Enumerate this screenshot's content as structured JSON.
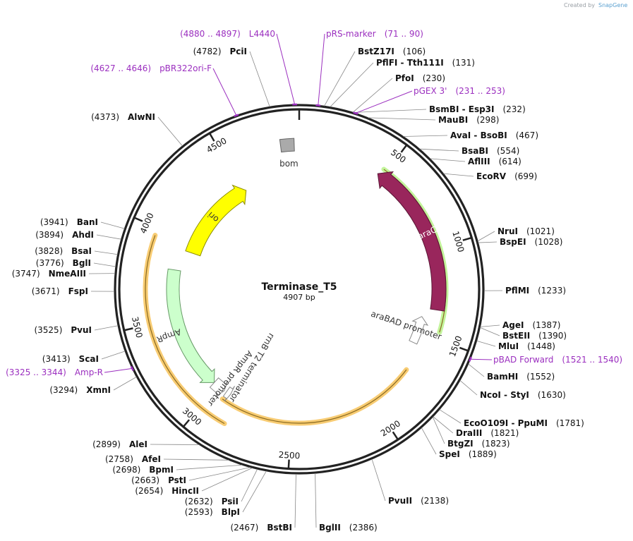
{
  "credit": {
    "created_by": "Created by",
    "brand": "SnapGene"
  },
  "plasmid": {
    "name": "Terminase_T5",
    "length_label": "4907 bp",
    "length": 4907
  },
  "ticks": [
    {
      "pos": 500,
      "label": "500"
    },
    {
      "pos": 1000,
      "label": "1000"
    },
    {
      "pos": 1500,
      "label": "1500"
    },
    {
      "pos": 2000,
      "label": "2000"
    },
    {
      "pos": 2500,
      "label": "2500"
    },
    {
      "pos": 3000,
      "label": "3000"
    },
    {
      "pos": 3500,
      "label": "3500"
    },
    {
      "pos": 4000,
      "label": "4000"
    },
    {
      "pos": 4500,
      "label": "4500"
    }
  ],
  "features": [
    {
      "name": "ori",
      "start": 3934,
      "end": 4522,
      "dir": 1,
      "color": "#ffff00",
      "stroke": "#8a8a00",
      "text_color": "#333333"
    },
    {
      "name": "araC",
      "start": 1344,
      "end": 466,
      "dir": -1,
      "color": "#99265c",
      "stroke": "#5a1535",
      "text_color": "#ffffff"
    },
    {
      "name": "araBAD promoter",
      "start": 1568,
      "end": 1398,
      "dir": -1,
      "color": "#ffffff",
      "stroke": "#888888",
      "text_color": "#333333"
    },
    {
      "name": "AmpR",
      "start": 3030,
      "end": 3800,
      "dir": -1,
      "color": "#ccffcc",
      "stroke": "#669966",
      "text_color": "#333333"
    },
    {
      "name": "AmpR promoter",
      "start": 2950,
      "end": 3030,
      "dir": -1,
      "color": "#ffffff",
      "stroke": "#888888",
      "text_color": "#333333"
    },
    {
      "name": "rrnB T2 terminator",
      "start": 2905,
      "end": 2935,
      "dir": -1,
      "color": "#ffffff",
      "stroke": "#888888",
      "text_color": "#333333"
    },
    {
      "name": "bom",
      "start": 4806,
      "end": 4880,
      "dir": 0,
      "color": "#aaaaaa",
      "stroke": "#666666",
      "text_color": "#333333"
    }
  ],
  "highlights": [
    {
      "start": 3960,
      "end": 2850,
      "color": "#f7c35a",
      "note": "orange track outer"
    },
    {
      "start": 1730,
      "end": 2930,
      "color": "#f7c35a",
      "note": "orange track middle"
    },
    {
      "start": 480,
      "end": 1460,
      "color": "#b8f28a",
      "note": "green track"
    }
  ],
  "primers": [
    {
      "name": "L4440",
      "range": "(4880 .. 4897)",
      "pos": 4888
    },
    {
      "name": "pRS-marker",
      "range": "(71 .. 90)",
      "pos": 80
    },
    {
      "name": "pBR322ori-F",
      "range": "(4627 .. 4646)",
      "pos": 4636
    },
    {
      "name": "pGEX 3'",
      "range": "(231 .. 253)",
      "pos": 242
    },
    {
      "name": "pBAD Forward",
      "range": "(1521 .. 1540)",
      "pos": 1530
    },
    {
      "name": "Amp-R",
      "range": "(3325 .. 3344)",
      "pos": 3334
    }
  ],
  "sites": [
    {
      "name": "PciI",
      "pos_text": "(4782)",
      "pos": 4782
    },
    {
      "name": "BstZ17I",
      "pos_text": "(106)",
      "pos": 106
    },
    {
      "name": "PflFI - Tth111I",
      "pos_text": "(131)",
      "pos": 131
    },
    {
      "name": "PfoI",
      "pos_text": "(230)",
      "pos": 230
    },
    {
      "name": "BsmBI - Esp3I",
      "pos_text": "(232)",
      "pos": 232
    },
    {
      "name": "MauBI",
      "pos_text": "(298)",
      "pos": 298
    },
    {
      "name": "AvaI - BsoBI",
      "pos_text": "(467)",
      "pos": 467
    },
    {
      "name": "BsaBI",
      "pos_text": "(554)",
      "pos": 554
    },
    {
      "name": "AflIII",
      "pos_text": "(614)",
      "pos": 614
    },
    {
      "name": "EcoRV",
      "pos_text": "(699)",
      "pos": 699
    },
    {
      "name": "NruI",
      "pos_text": "(1021)",
      "pos": 1021
    },
    {
      "name": "BspEI",
      "pos_text": "(1028)",
      "pos": 1028
    },
    {
      "name": "PflMI",
      "pos_text": "(1233)",
      "pos": 1233
    },
    {
      "name": "AgeI",
      "pos_text": "(1387)",
      "pos": 1387
    },
    {
      "name": "BstEII",
      "pos_text": "(1390)",
      "pos": 1390
    },
    {
      "name": "MluI",
      "pos_text": "(1448)",
      "pos": 1448
    },
    {
      "name": "BamHI",
      "pos_text": "(1552)",
      "pos": 1552
    },
    {
      "name": "NcoI - StyI",
      "pos_text": "(1630)",
      "pos": 1630
    },
    {
      "name": "EcoO109I - PpuMI",
      "pos_text": "(1781)",
      "pos": 1781
    },
    {
      "name": "DraIII",
      "pos_text": "(1821)",
      "pos": 1821
    },
    {
      "name": "BtgZI",
      "pos_text": "(1823)",
      "pos": 1823
    },
    {
      "name": "SpeI",
      "pos_text": "(1889)",
      "pos": 1889
    },
    {
      "name": "PvuII",
      "pos_text": "(2138)",
      "pos": 2138
    },
    {
      "name": "BglII",
      "pos_text": "(2386)",
      "pos": 2386
    },
    {
      "name": "BstBI",
      "pos_text": "(2467)",
      "pos": 2467
    },
    {
      "name": "BlpI",
      "pos_text": "(2593)",
      "pos": 2593
    },
    {
      "name": "PsiI",
      "pos_text": "(2632)",
      "pos": 2632
    },
    {
      "name": "HincII",
      "pos_text": "(2654)",
      "pos": 2654
    },
    {
      "name": "PstI",
      "pos_text": "(2663)",
      "pos": 2663
    },
    {
      "name": "BpmI",
      "pos_text": "(2698)",
      "pos": 2698
    },
    {
      "name": "AfeI",
      "pos_text": "(2758)",
      "pos": 2758
    },
    {
      "name": "AleI",
      "pos_text": "(2899)",
      "pos": 2899
    },
    {
      "name": "XmnI",
      "pos_text": "(3294)",
      "pos": 3294
    },
    {
      "name": "ScaI",
      "pos_text": "(3413)",
      "pos": 3413
    },
    {
      "name": "PvuI",
      "pos_text": "(3525)",
      "pos": 3525
    },
    {
      "name": "FspI",
      "pos_text": "(3671)",
      "pos": 3671
    },
    {
      "name": "NmeAIII",
      "pos_text": "(3747)",
      "pos": 3747
    },
    {
      "name": "BglI",
      "pos_text": "(3776)",
      "pos": 3776
    },
    {
      "name": "BsaI",
      "pos_text": "(3828)",
      "pos": 3828
    },
    {
      "name": "AhdI",
      "pos_text": "(3894)",
      "pos": 3894
    },
    {
      "name": "BanI",
      "pos_text": "(3941)",
      "pos": 3941
    },
    {
      "name": "AlwNI",
      "pos_text": "(4373)",
      "pos": 4373
    }
  ]
}
